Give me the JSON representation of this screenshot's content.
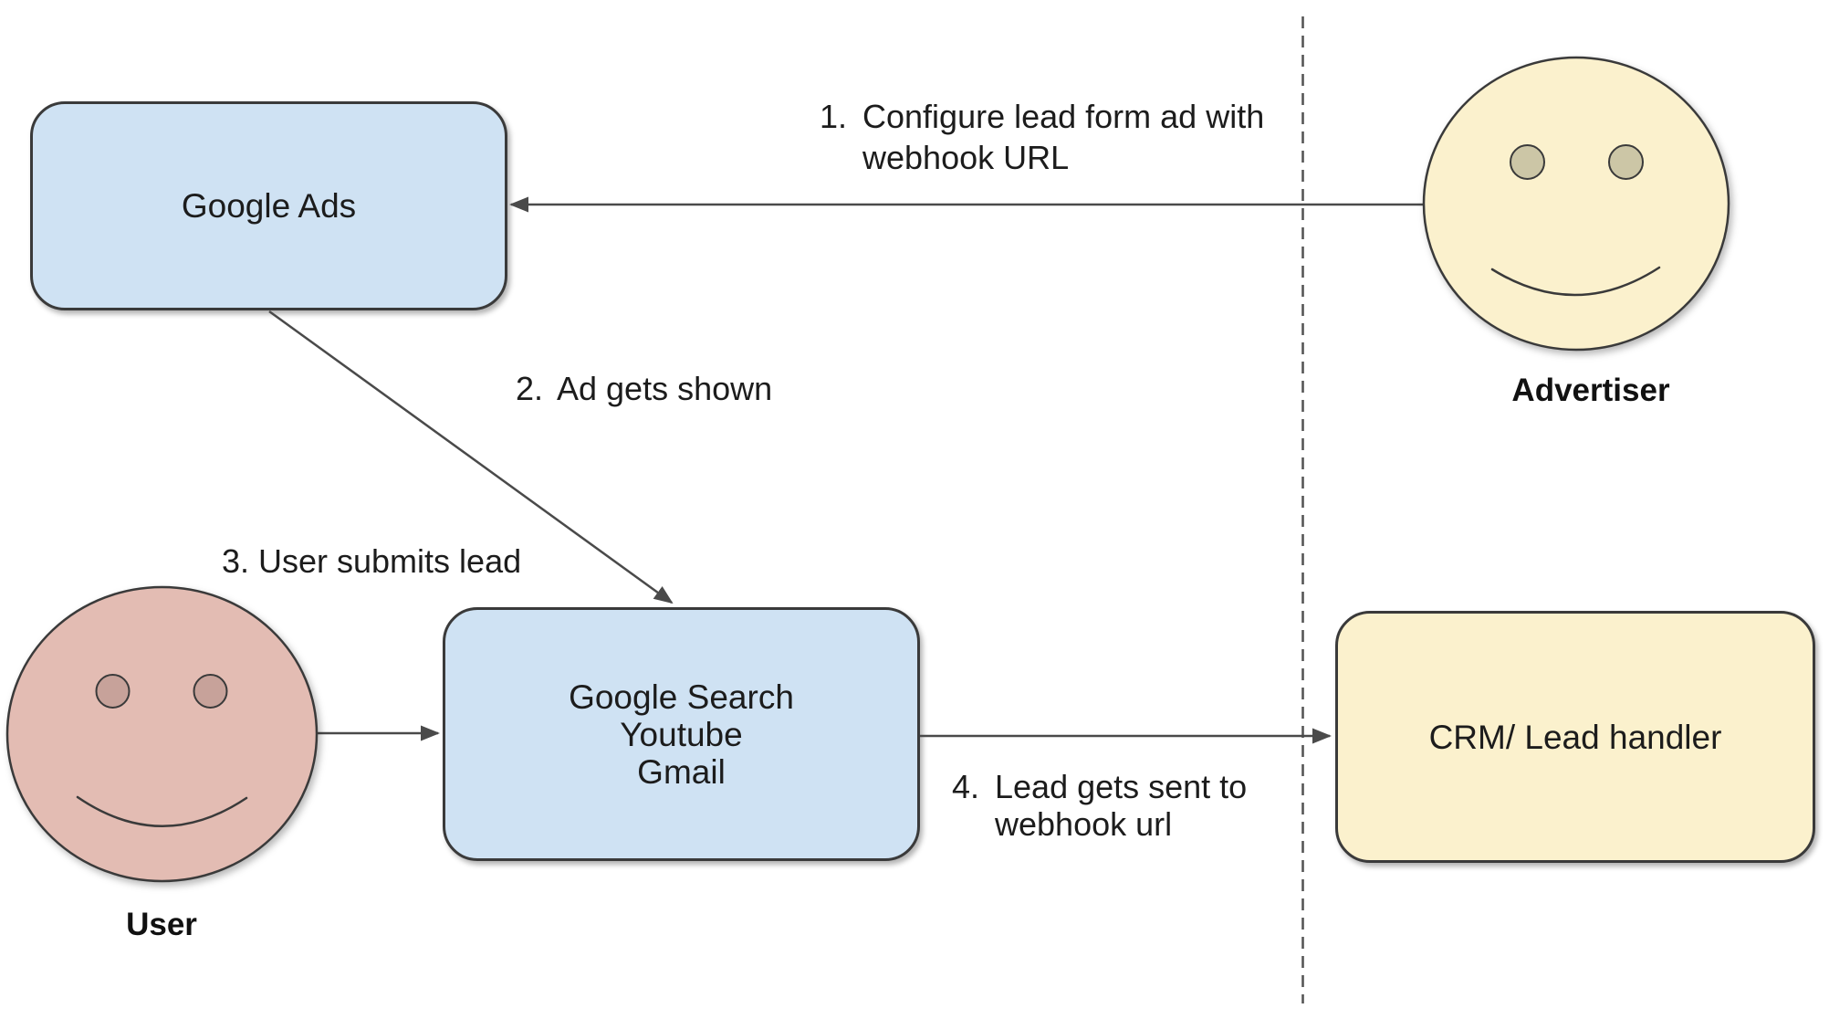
{
  "nodes": {
    "google_ads": {
      "label": "Google Ads"
    },
    "google_surfaces": {
      "line1": "Google Search",
      "line2": "Youtube",
      "line3": "Gmail"
    },
    "crm": {
      "label": "CRM/ Lead handler"
    }
  },
  "actors": {
    "advertiser": {
      "label": "Advertiser"
    },
    "user": {
      "label": "User"
    }
  },
  "steps": {
    "step1": {
      "number": "1.",
      "line1": "Configure lead form ad with",
      "line2": "webhook URL"
    },
    "step2": {
      "number": "2.",
      "text": "Ad gets shown"
    },
    "step3": {
      "number": "3.",
      "text": "User submits lead"
    },
    "step4": {
      "number": "4.",
      "line1": "Lead gets sent to",
      "line2": "webhook url"
    }
  },
  "colors": {
    "node_blue_fill": "#cfe2f3",
    "node_yellow_fill": "#fbf1cd",
    "face_advertiser_fill": "#fbf1cd",
    "face_advertiser_eye": "#ccc6a6",
    "face_user_fill": "#e3bcb3",
    "face_user_eye": "#c7a29a",
    "outline": "#3a3a3a",
    "connector": "#4a4a4a",
    "divider": "#565656",
    "text": "#1c1c1c",
    "background": "#ffffff"
  }
}
